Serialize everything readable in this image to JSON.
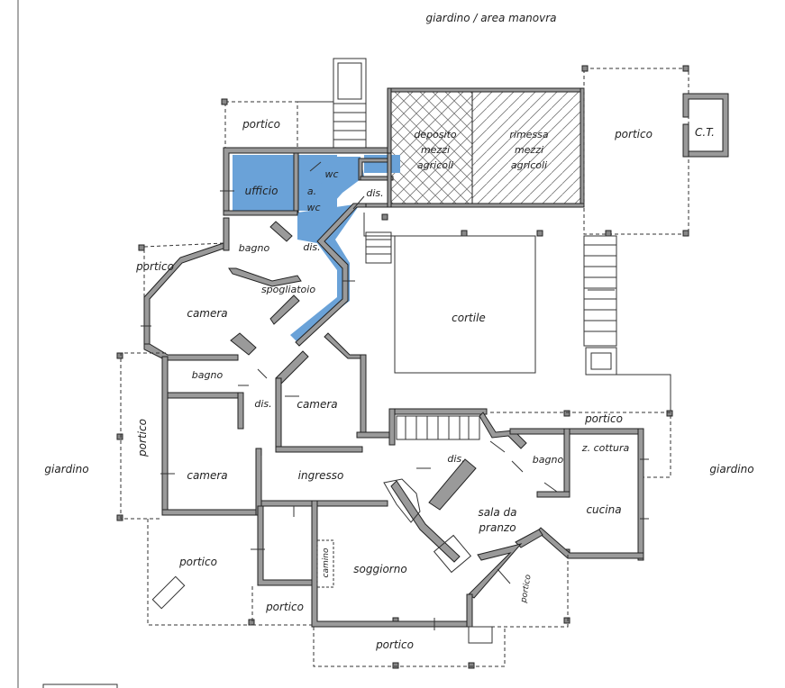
{
  "labels": {
    "giardino_top": "giardino / area manovra",
    "portico_top_left": "portico",
    "deposito": [
      "deposito",
      "mezzi",
      "agricoli"
    ],
    "rimessa": [
      "rimessa",
      "mezzi",
      "agricoli"
    ],
    "portico_top_right": "portico",
    "ct": "C.T.",
    "ufficio": "ufficio",
    "wc1": "wc",
    "wc2": "wc",
    "antibagno": "a.",
    "dis_top": "dis.",
    "dis_mid": "dis.",
    "bagno_top": "bagno",
    "portico_left_upper": "portico",
    "spogliatoio": "spogliatoio",
    "camera_top": "camera",
    "cortile": "cortile",
    "bagno_mid": "bagno",
    "dis_left": "dis.",
    "camera_mid": "camera",
    "portico_left_side": "portico",
    "giardino_left": "giardino",
    "camera_bottom": "camera",
    "ingresso": "ingresso",
    "dis_right": "dis.",
    "bagno_right": "bagno",
    "z_cottura": "z. cottura",
    "portico_right_top": "portico",
    "giardino_right": "giardino",
    "sala_da_pranzo": [
      "sala da",
      "pranzo"
    ],
    "cucina": "cucina",
    "camino": "camino",
    "soggiorno": "soggiorno",
    "portico_bottom_left": "portico",
    "portico_bottom_mid": "portico",
    "portico_bottom_right": "portico",
    "portico_bottom": "portico"
  },
  "colors": {
    "highlight": "#6aa2d8",
    "wall": "#9a9a9a",
    "line": "#333333"
  }
}
